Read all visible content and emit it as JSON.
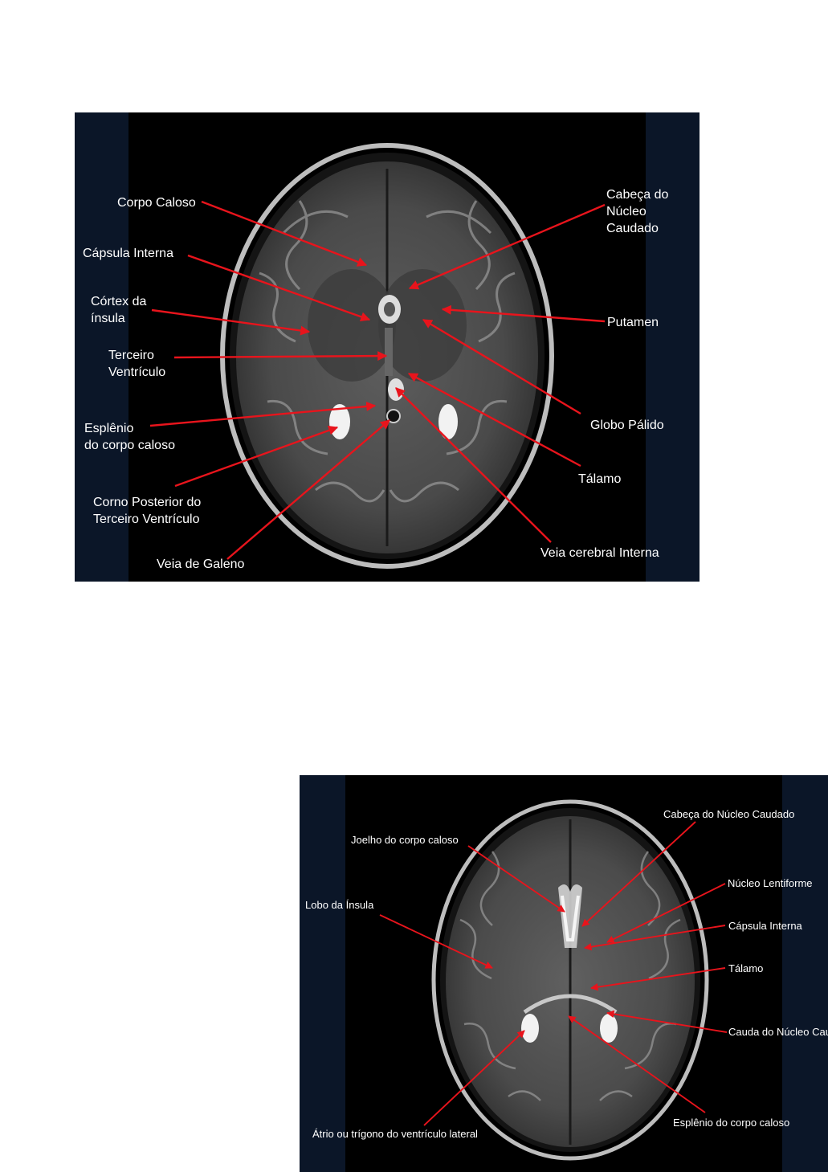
{
  "figure1": {
    "labels": [
      [
        "Corpo Caloso"
      ],
      [
        "Cápsula Interna"
      ],
      [
        "Córtex da",
        "ínsula"
      ],
      [
        "Terceiro",
        "Ventrículo"
      ],
      [
        "Esplênio",
        "do corpo caloso"
      ],
      [
        "Corno Posterior do",
        "Terceiro Ventrículo"
      ],
      [
        "Veia de Galeno"
      ],
      [
        "Cabeça do",
        "Núcleo",
        "Caudado"
      ],
      [
        "Putamen"
      ],
      [
        "Globo Pálido"
      ],
      [
        "Tálamo"
      ],
      [
        "Veia cerebral Interna"
      ]
    ]
  },
  "figure2": {
    "labels": [
      "Joelho do corpo caloso",
      "Lobo da Ínsula",
      "Átrio ou trígono do ventrículo lateral",
      "Cabeça do Núcleo Caudado",
      "Núcleo Lentiforme",
      "Cápsula Interna",
      "Tálamo",
      "Cauda do Núcleo Caudado",
      "Esplênio do corpo caloso"
    ]
  },
  "colors": {
    "arrow": "#e8141c",
    "side_panel": "#0b1628",
    "image_bg": "#000000",
    "label": "#ffffff"
  }
}
